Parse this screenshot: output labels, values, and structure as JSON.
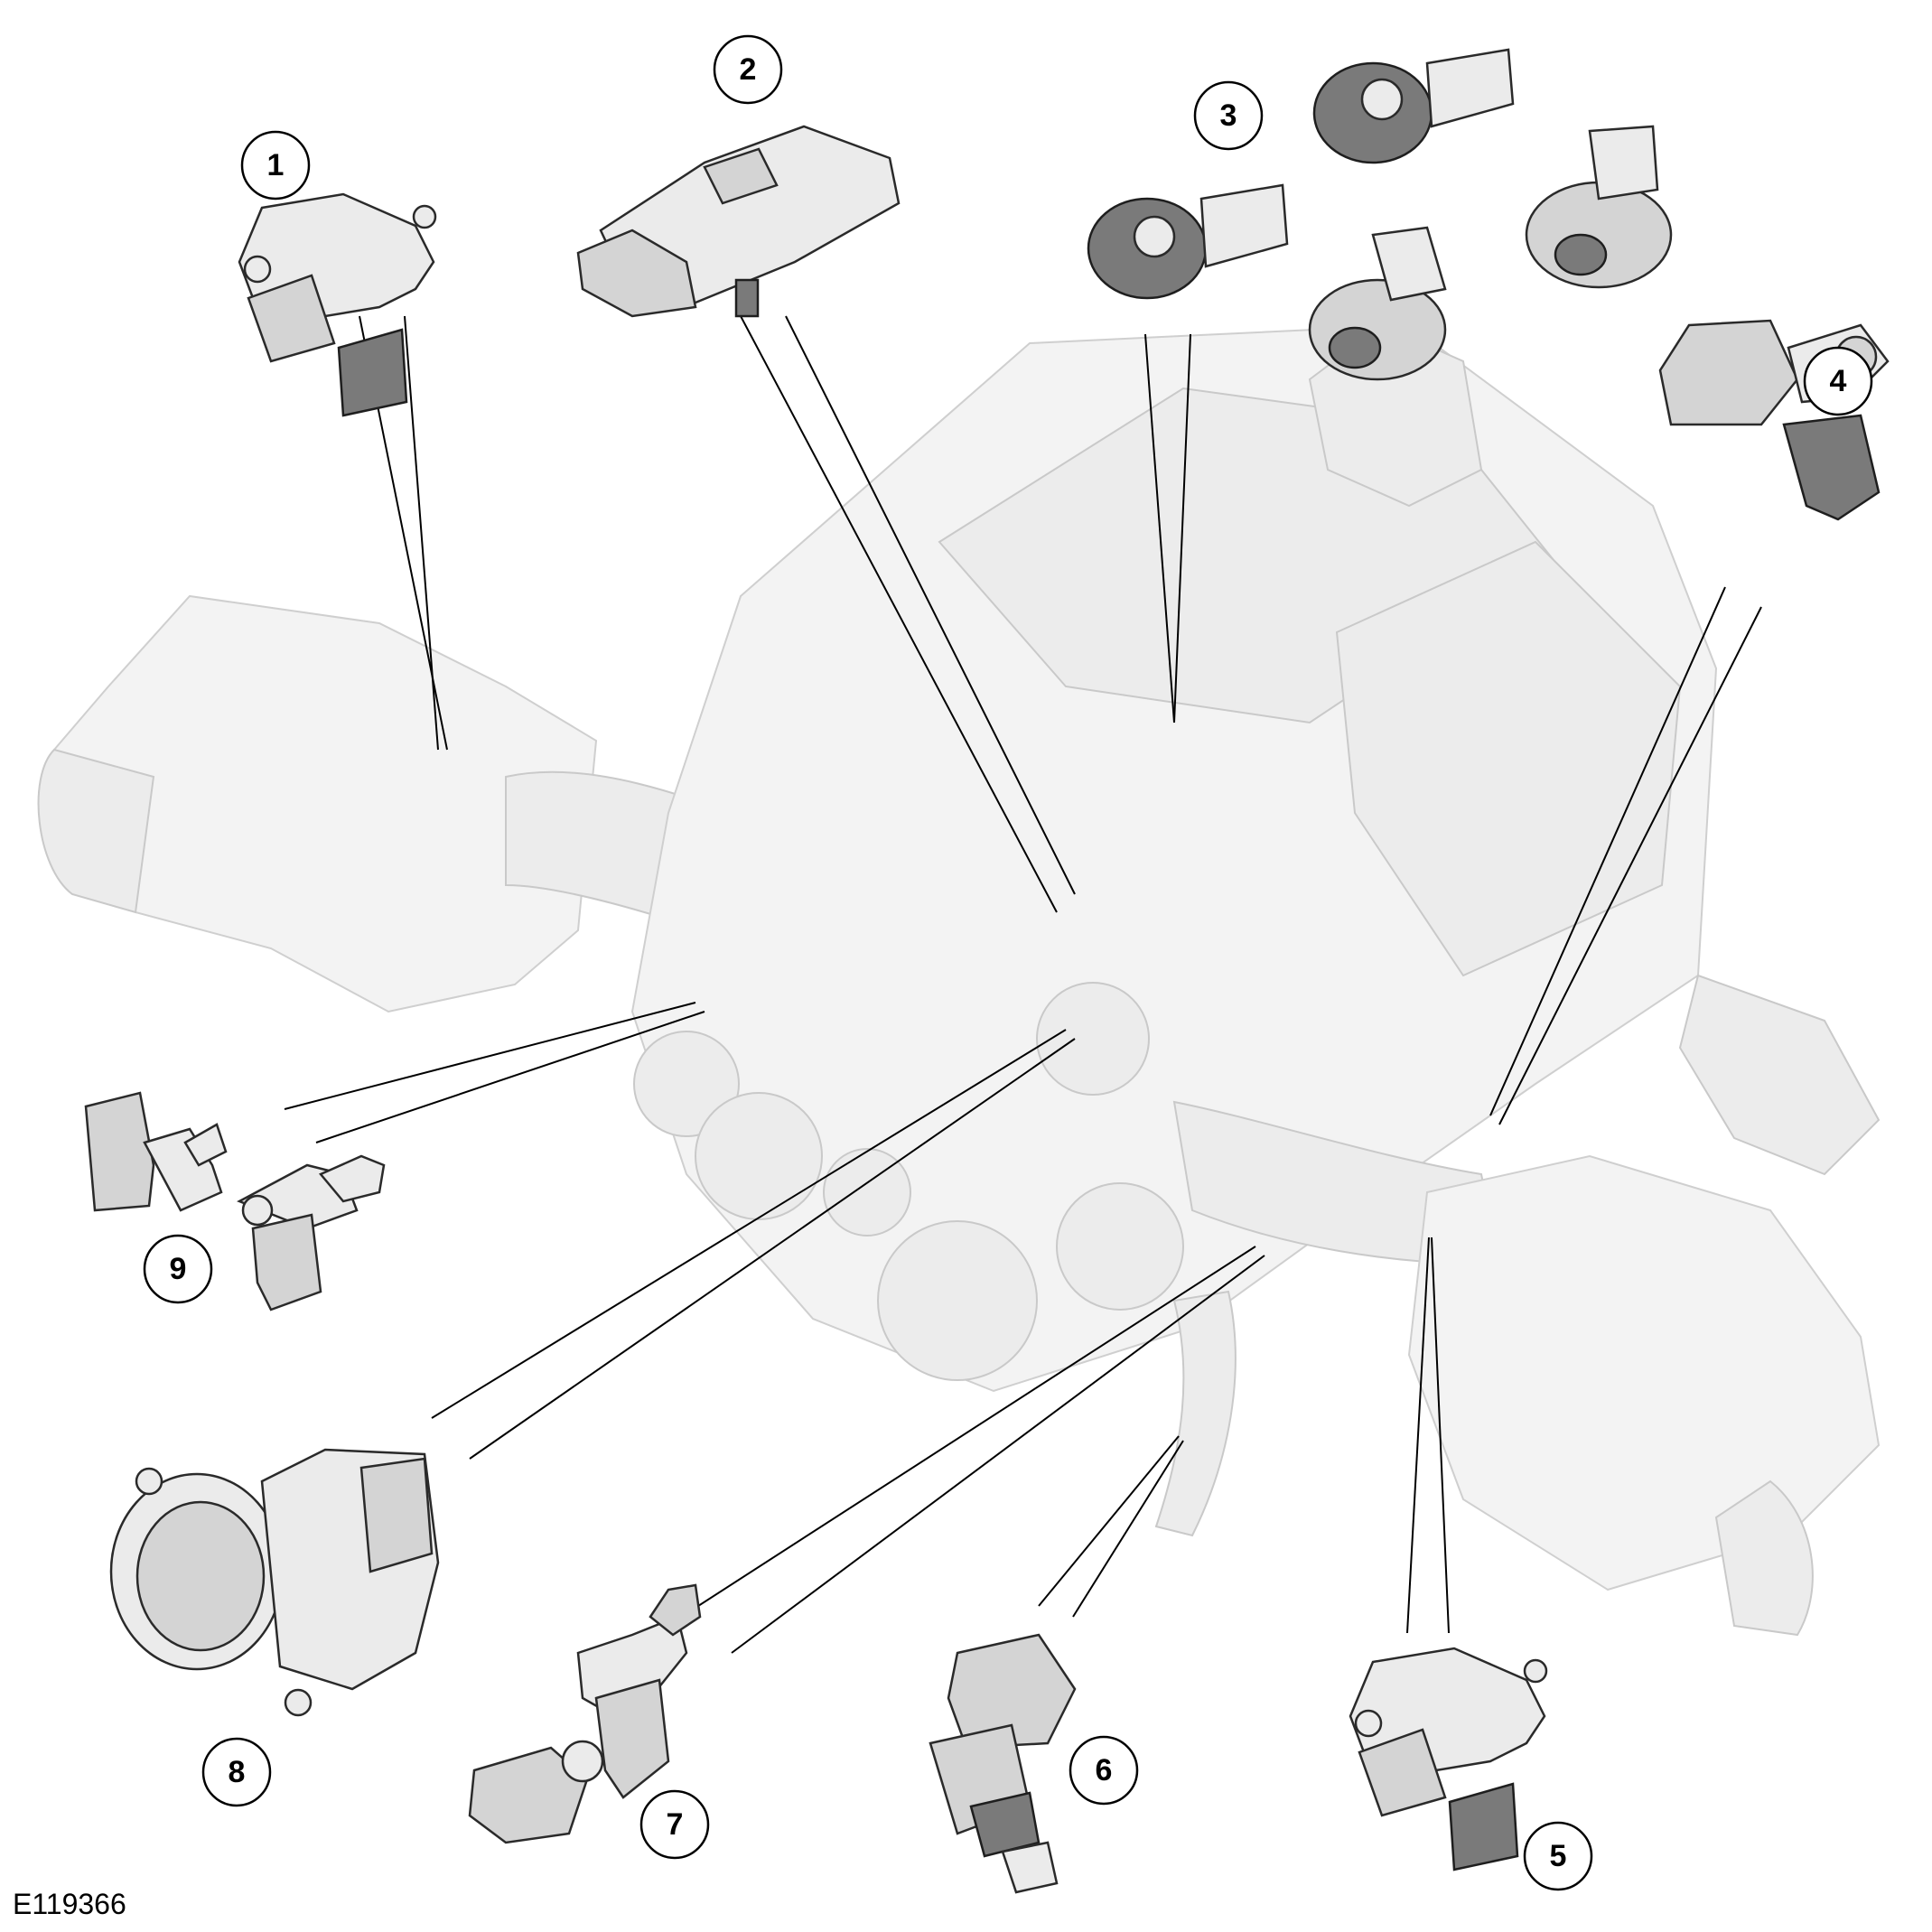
{
  "figure_id": "E119366",
  "callouts": [
    {
      "label": "1"
    },
    {
      "label": "2"
    },
    {
      "label": "3"
    },
    {
      "label": "4"
    },
    {
      "label": "5"
    },
    {
      "label": "6"
    },
    {
      "label": "7"
    },
    {
      "label": "8"
    },
    {
      "label": "9"
    }
  ]
}
